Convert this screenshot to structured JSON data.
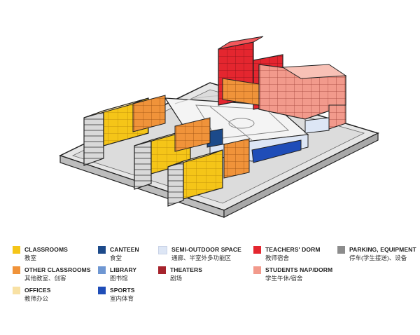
{
  "legend": [
    {
      "en": "CLASSROOMS",
      "zh": "教室",
      "color": "#f5c518"
    },
    {
      "en": "OTHER CLASSROOMS",
      "zh": "其他教室、创客",
      "color": "#f0933a"
    },
    {
      "en": "OFFICES",
      "zh": "教师办公",
      "color": "#f8e1a4"
    },
    {
      "en": "CANTEEN",
      "zh": "食堂",
      "color": "#1c4a8a"
    },
    {
      "en": "LIBRARY",
      "zh": "图书馆",
      "color": "#6f97d2"
    },
    {
      "en": "SPORTS",
      "zh": "室内体育",
      "color": "#1f4db8"
    },
    {
      "en": "SEMI-OUTDOOR SPACE",
      "zh": "通廊、半室外多功能区",
      "color": "#dde6f5"
    },
    {
      "en": "THEATERS",
      "zh": "剧场",
      "color": "#a6232c"
    },
    {
      "en": "TEACHERS' DORM",
      "zh": "教师宿舍",
      "color": "#e4262f"
    },
    {
      "en": "STUDENTS NAP/DORM",
      "zh": "学生午休/宿舍",
      "color": "#f29a8c"
    },
    {
      "en": "PARKING, EQUIPMENT",
      "zh": "停车(学生接送)、设备",
      "color": "#8c8c8c"
    }
  ]
}
